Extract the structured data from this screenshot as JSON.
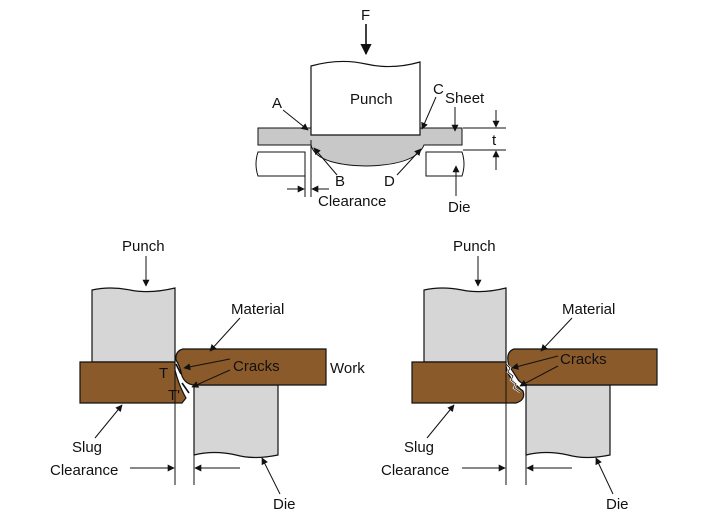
{
  "top": {
    "force": "F",
    "punch": "Punch",
    "sheet": "Sheet",
    "thickness": "t",
    "point_a": "A",
    "point_b": "B",
    "point_c": "C",
    "point_d": "D",
    "clearance": "Clearance",
    "die": "Die"
  },
  "left": {
    "punch": "Punch",
    "material": "Material",
    "cracks": "Cracks",
    "work": "Work",
    "t_label": "T",
    "t_prime_label": "T'",
    "slug": "Slug",
    "clearance": "Clearance",
    "die": "Die"
  },
  "right": {
    "punch": "Punch",
    "material": "Material",
    "cracks": "Cracks",
    "slug": "Slug",
    "clearance": "Clearance",
    "die": "Die"
  },
  "colors": {
    "material": "#8b5a2b",
    "tool": "#d6d6d6",
    "sheet": "#c8c8c8",
    "line": "#111111"
  }
}
